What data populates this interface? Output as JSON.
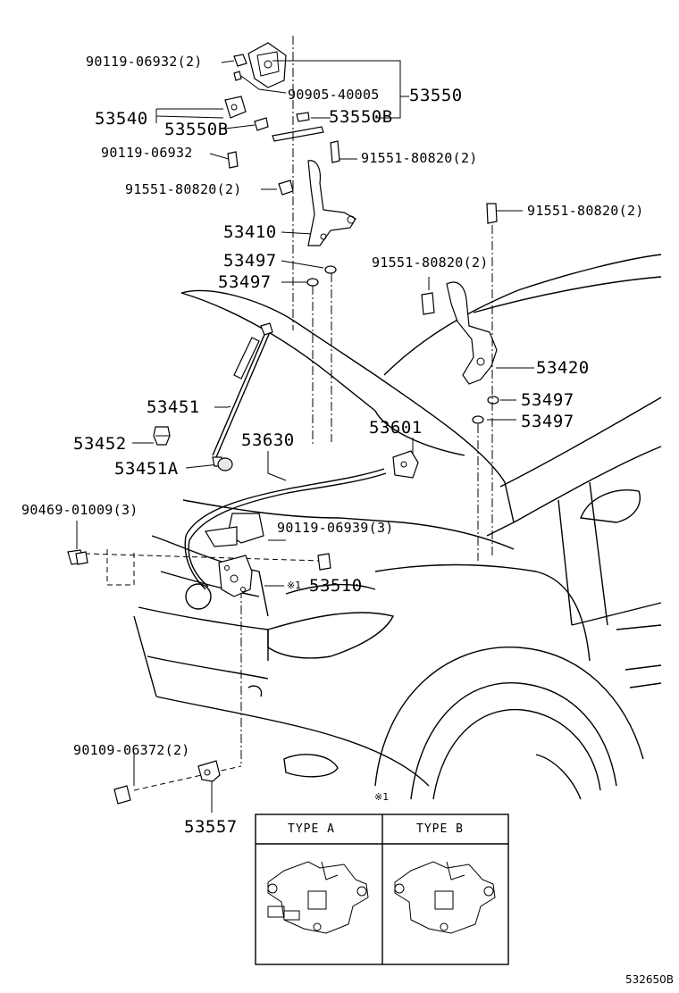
{
  "callouts": {
    "c1": "90119-06932(2)",
    "c2": "90905-40005",
    "c3": "53550",
    "c4": "53540",
    "c5": "53550B",
    "c6": "53550B",
    "c7": "90119-06932",
    "c8": "91551-80820(2)",
    "c9": "91551-80820(2)",
    "c10": "53410",
    "c11": "91551-80820(2)",
    "c12": "53497",
    "c13": "53497",
    "c14": "91551-80820(2)",
    "c15": "53420",
    "c16": "53497",
    "c17": "53497",
    "c18": "53451",
    "c19": "53452",
    "c20": "53451A",
    "c21": "53630",
    "c22": "53601",
    "c23": "90469-01009(3)",
    "c24": "90119-06939(3)",
    "c25": "53510",
    "c26": "90109-06372(2)",
    "c27": "53557"
  },
  "note_mark": "※1",
  "inset": {
    "ref_mark": "※1",
    "type_a": "TYPE  A",
    "type_b": "TYPE  B"
  },
  "diagram_code": "532650B"
}
